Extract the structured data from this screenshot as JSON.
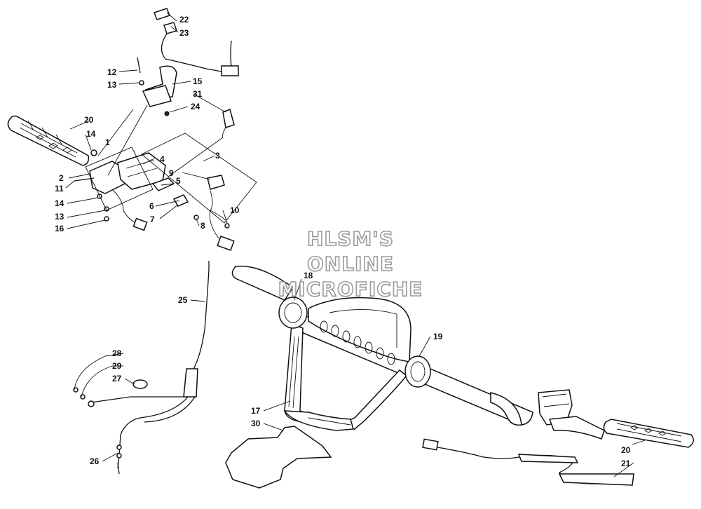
{
  "watermark": {
    "line1": "HLSM'S",
    "line2": "ONLINE",
    "line3": "MICROFICHE"
  },
  "callouts": {
    "c22": "22",
    "c23": "23",
    "c12": "12",
    "c13a": "13",
    "c15": "15",
    "c31": "31",
    "c24": "24",
    "c20a": "20",
    "c14a": "14",
    "c1": "1",
    "c4": "4",
    "c3": "3",
    "c2": "2",
    "c11": "11",
    "c9": "9",
    "c5": "5",
    "c14b": "14",
    "c6": "6",
    "c10": "10",
    "c13b": "13",
    "c7": "7",
    "c8": "8",
    "c16": "16",
    "c18": "18",
    "c25": "25",
    "c19": "19",
    "c28": "28",
    "c29": "29",
    "c27": "27",
    "c17": "17",
    "c30": "30",
    "c26": "26",
    "c20b": "20",
    "c21": "21"
  }
}
